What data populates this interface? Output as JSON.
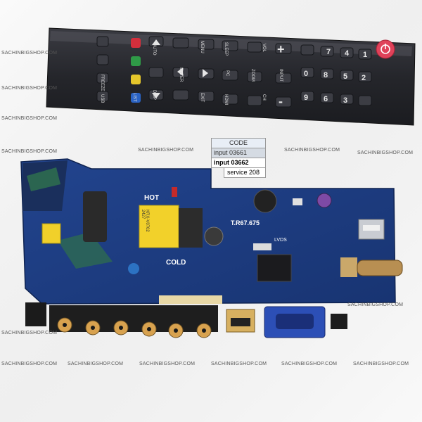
{
  "watermark": "SACHINBIGSHOP.COM",
  "code_table": {
    "header": "CODE",
    "rows": [
      "input 03661",
      "input 03662",
      "service 208"
    ]
  },
  "remote": {
    "buttons": [
      "AUTO",
      "MENU",
      "SLEEP",
      "VOL",
      "ENTER",
      "PC",
      "ZOOM",
      "INPUT",
      "EXIT",
      "HDMI",
      "CH",
      "DISP",
      "FREEZE",
      "USB",
      "LIST"
    ]
  },
  "board": {
    "labels": {
      "hot": "HOT",
      "cold": "COLD",
      "model": "T.R67.675",
      "lvds": "LVDS",
      "component": "KRX-V0702 2427"
    }
  },
  "colors": {
    "pcb": "#1f3f86",
    "remote": "#2a2b30",
    "power_button": "#e0425a",
    "red_key": "#d32f3c",
    "green_key": "#2f9a47",
    "yellow_key": "#e5c62b",
    "blue_key": "#2a63c4",
    "transformer": "#f2d12a"
  }
}
